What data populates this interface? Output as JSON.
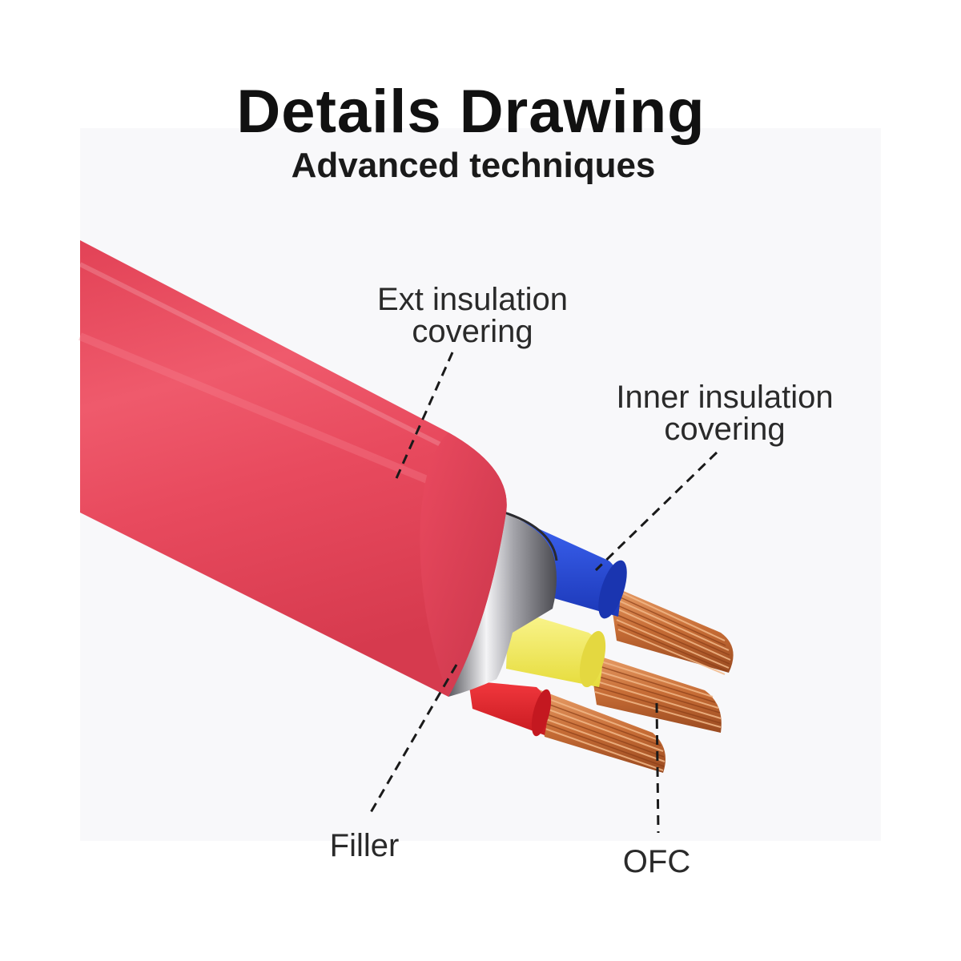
{
  "header": {
    "title": "Details Drawing",
    "subtitle": "Advanced techniques"
  },
  "labels": {
    "ext_insulation": [
      "Ext insulation",
      "covering"
    ],
    "inner_insulation": [
      "Inner insulation",
      "covering"
    ],
    "filler": "Filler",
    "ofc": "OFC"
  },
  "colors": {
    "outer_jacket": "#e8485c",
    "shield": "#b8b8bc",
    "blue_wire": "#2a4fd8",
    "yellow_wire": "#f4ee66",
    "red_wire": "#e32028",
    "copper": "#c8743e"
  }
}
